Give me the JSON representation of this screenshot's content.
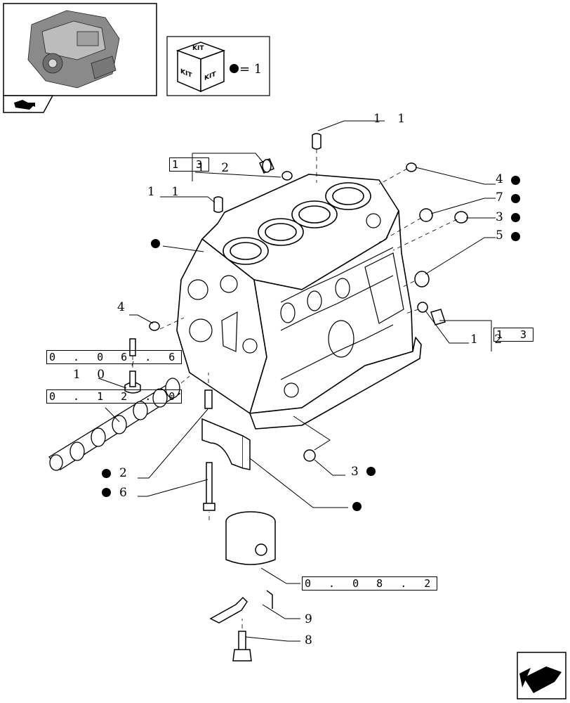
{
  "kit_legend": {
    "kit_word": "KIT",
    "equals": "= 1"
  },
  "labels": {
    "l11_top": "1 1",
    "l13_top": "1 3",
    "l12_top": "1 2",
    "l4_right": "4",
    "l7_right": "7",
    "l3_right": "3",
    "l5_right": "5",
    "l11_left": "1 1",
    "l4_left": "4",
    "l12_right": "1 2",
    "l13_right": "1 3",
    "ref_066": "0 . 0 6 . 6",
    "l10": "1 0",
    "ref_120": "0 . 1 2 . 0",
    "l3_bottom": "3",
    "l2": "2",
    "l6": "6",
    "ref_082": "0 . 0 8 . 2",
    "l9": "9",
    "l8": "8"
  },
  "icons": {
    "thumbnail": "engine-thumbnail-icon",
    "nav_back": "back-arrow-icon",
    "nav_next": "next-page-arrow-icon",
    "kit": "kit-cube-icon"
  }
}
